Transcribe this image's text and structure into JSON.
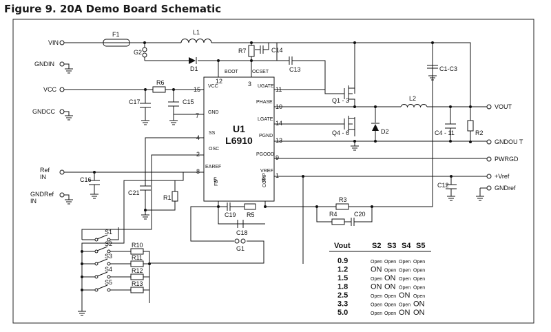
{
  "title": "Figure 9. 20A Demo Board Schematic",
  "ic": {
    "ref": "U1",
    "part": "L6910"
  },
  "ic_pins": {
    "vcc": "VCC",
    "gnd": "GND",
    "ss": "SS",
    "osc": "OSC",
    "eaRef": "EAREF",
    "boot": "BOOT",
    "ocset": "OCSET",
    "ugate": "UGATE",
    "phase": "PHASE",
    "lgate": "LGATE",
    "pgnd": "PGND",
    "pgood": "PGOOD",
    "vref": "VREF",
    "fb": "FB",
    "comp": "COMP"
  },
  "pin_numbers": {
    "p12": "12",
    "p3": "3",
    "p15": "15",
    "p7": "7",
    "p4": "4",
    "p2": "2",
    "p8": "8",
    "p11": "11",
    "p10": "10",
    "p14": "14",
    "p13": "13",
    "p9": "9",
    "p1": "1",
    "p5": "5",
    "p6": "6"
  },
  "ports": {
    "vin": "VIN",
    "gndin": "GNDIN",
    "vcc": "VCC",
    "gndcc": "GNDCC",
    "ref_in_1": "Ref",
    "ref_in_2": "IN",
    "gndref_in_1": "GNDRef",
    "gndref_in_2": "IN",
    "vout": "VOUT",
    "gndout": "GNDOU T",
    "pwrgd": "PWRGD",
    "vref_out": "+Vref",
    "gndref": "GNDref"
  },
  "components": {
    "f1": "F1",
    "l1": "L1",
    "g2": "G2",
    "d1": "D1",
    "r7": "R7",
    "c14": "C14",
    "c13": "C13",
    "c1c3": "C1-C3",
    "r6": "R6",
    "c17": "C17",
    "c15": "C15",
    "q1": "Q1 - 3",
    "q4": "Q4 - 6",
    "d2": "D2",
    "l2": "L2",
    "c4": "C4 - 11",
    "r2": "R2",
    "c16": "C16",
    "c21": "C21",
    "r1": "R1",
    "c12": "C12",
    "c19": "C19",
    "r5": "R5",
    "c18": "C18",
    "r3": "R3",
    "r4": "R4",
    "c20": "C20",
    "g1": "G1",
    "s1": "S1",
    "s2": "S2",
    "s3": "S3",
    "s4": "S4",
    "s5": "S5",
    "r10": "R10",
    "r11": "R11",
    "r12": "R12",
    "r13": "R13"
  },
  "vout_table": {
    "headers": [
      "Vout",
      "S2",
      "S3",
      "S4",
      "S5"
    ],
    "rows": [
      {
        "vout": "0.9",
        "s2": "Open",
        "s3": "Open",
        "s4": "Open",
        "s5": "Open"
      },
      {
        "vout": "1.2",
        "s2": "ON",
        "s3": "Open",
        "s4": "Open",
        "s5": "Open"
      },
      {
        "vout": "1.5",
        "s2": "Open",
        "s3": "ON",
        "s4": "Open",
        "s5": "Open"
      },
      {
        "vout": "1.8",
        "s2": "ON",
        "s3": "ON",
        "s4": "Open",
        "s5": "Open"
      },
      {
        "vout": "2.5",
        "s2": "Open",
        "s3": "Open",
        "s4": "ON",
        "s5": "Open"
      },
      {
        "vout": "3.3",
        "s2": "Open",
        "s3": "Open",
        "s4": "Open",
        "s5": "ON"
      },
      {
        "vout": "5.0",
        "s2": "Open",
        "s3": "Open",
        "s4": "ON",
        "s5": "ON"
      }
    ]
  }
}
